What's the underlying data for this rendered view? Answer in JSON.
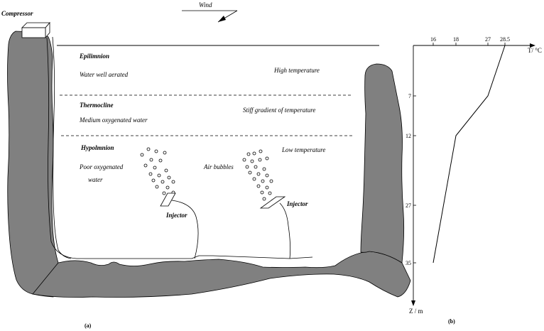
{
  "panel_a": {
    "compressor": "Compressor",
    "wind": "Wind",
    "epilimnion": {
      "title": "Epilimnion",
      "left": "Water well aerated",
      "right": "High temperature"
    },
    "thermocline": {
      "title": "Thermocline",
      "left": "Medium oxygenated water",
      "right": "Stiff gradient of temperature"
    },
    "hypolimnion": {
      "title": "Hypolmnion",
      "left_line1": "Poor oxygenated",
      "left_line2": "water",
      "right": "Low temperature",
      "air_bubbles": "Air bubbles"
    },
    "injector_left": "Injector",
    "injector_right": "Injector",
    "caption": "(a)"
  },
  "panel_b": {
    "caption": "(b)",
    "x_label": "T/ °C",
    "y_label": "Z / m"
  },
  "chart_data": {
    "type": "line",
    "x_axis_position": "top",
    "xlabel": "T/ °C",
    "ylabel": "Z / m",
    "x_ticks": [
      16,
      18,
      27,
      28.5
    ],
    "x_tick_labels": [
      "16",
      "18",
      "27",
      "28.5"
    ],
    "y_ticks": [
      7,
      12,
      27,
      35
    ],
    "y_tick_labels": [
      "7",
      "12",
      "27",
      "35"
    ],
    "y_inverted": true,
    "series": [
      {
        "temperature": [
          28.5,
          27,
          18,
          16
        ],
        "depth": [
          0,
          7,
          12,
          35
        ]
      }
    ],
    "colors": {
      "line": "#000000"
    }
  },
  "colors": {
    "lakebed": "#808080",
    "outline": "#000000",
    "water": "#ffffff"
  }
}
